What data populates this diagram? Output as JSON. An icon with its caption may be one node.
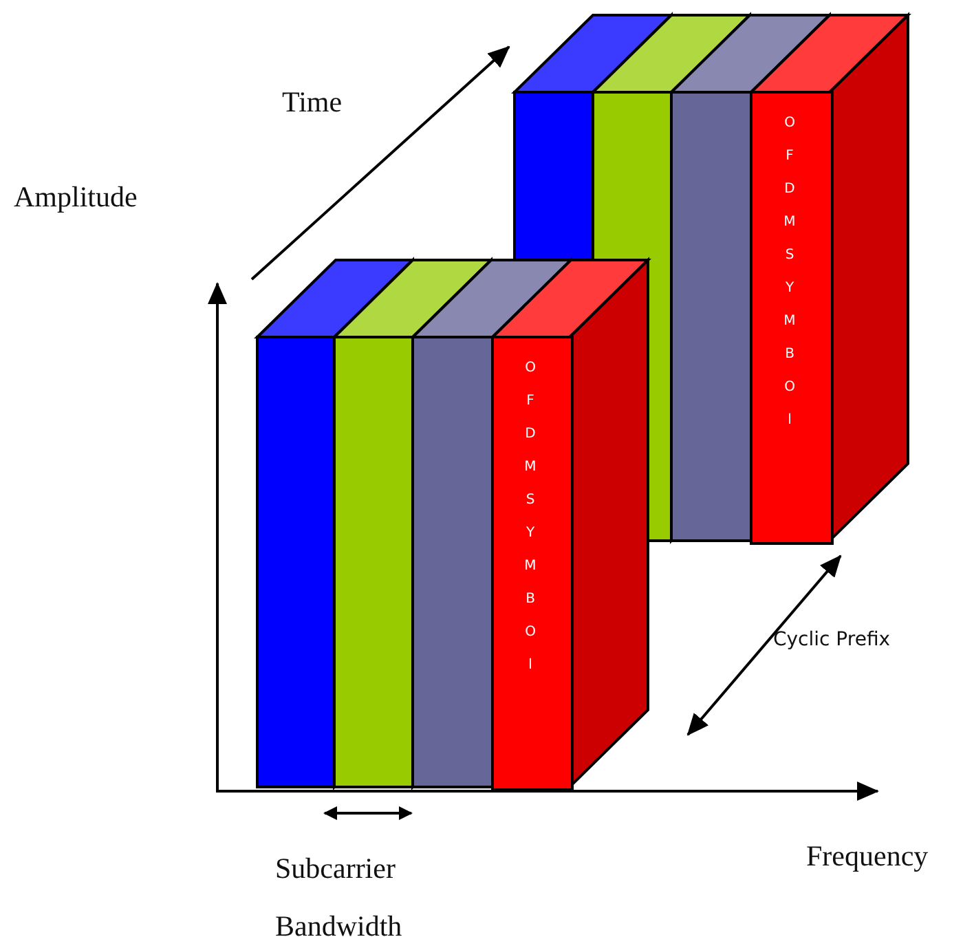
{
  "diagram": {
    "nodes": [
      {
        "text": [
          "OFDMSYMBOl"
        ]
      },
      {
        "text": [
          "OFDMSYMBOl"
        ]
      }
    ],
    "labels": [
      "Time",
      "Amplitude",
      "Cyclic Prefix",
      "Subcarrier Bandwidth",
      "Frequency"
    ]
  }
}
